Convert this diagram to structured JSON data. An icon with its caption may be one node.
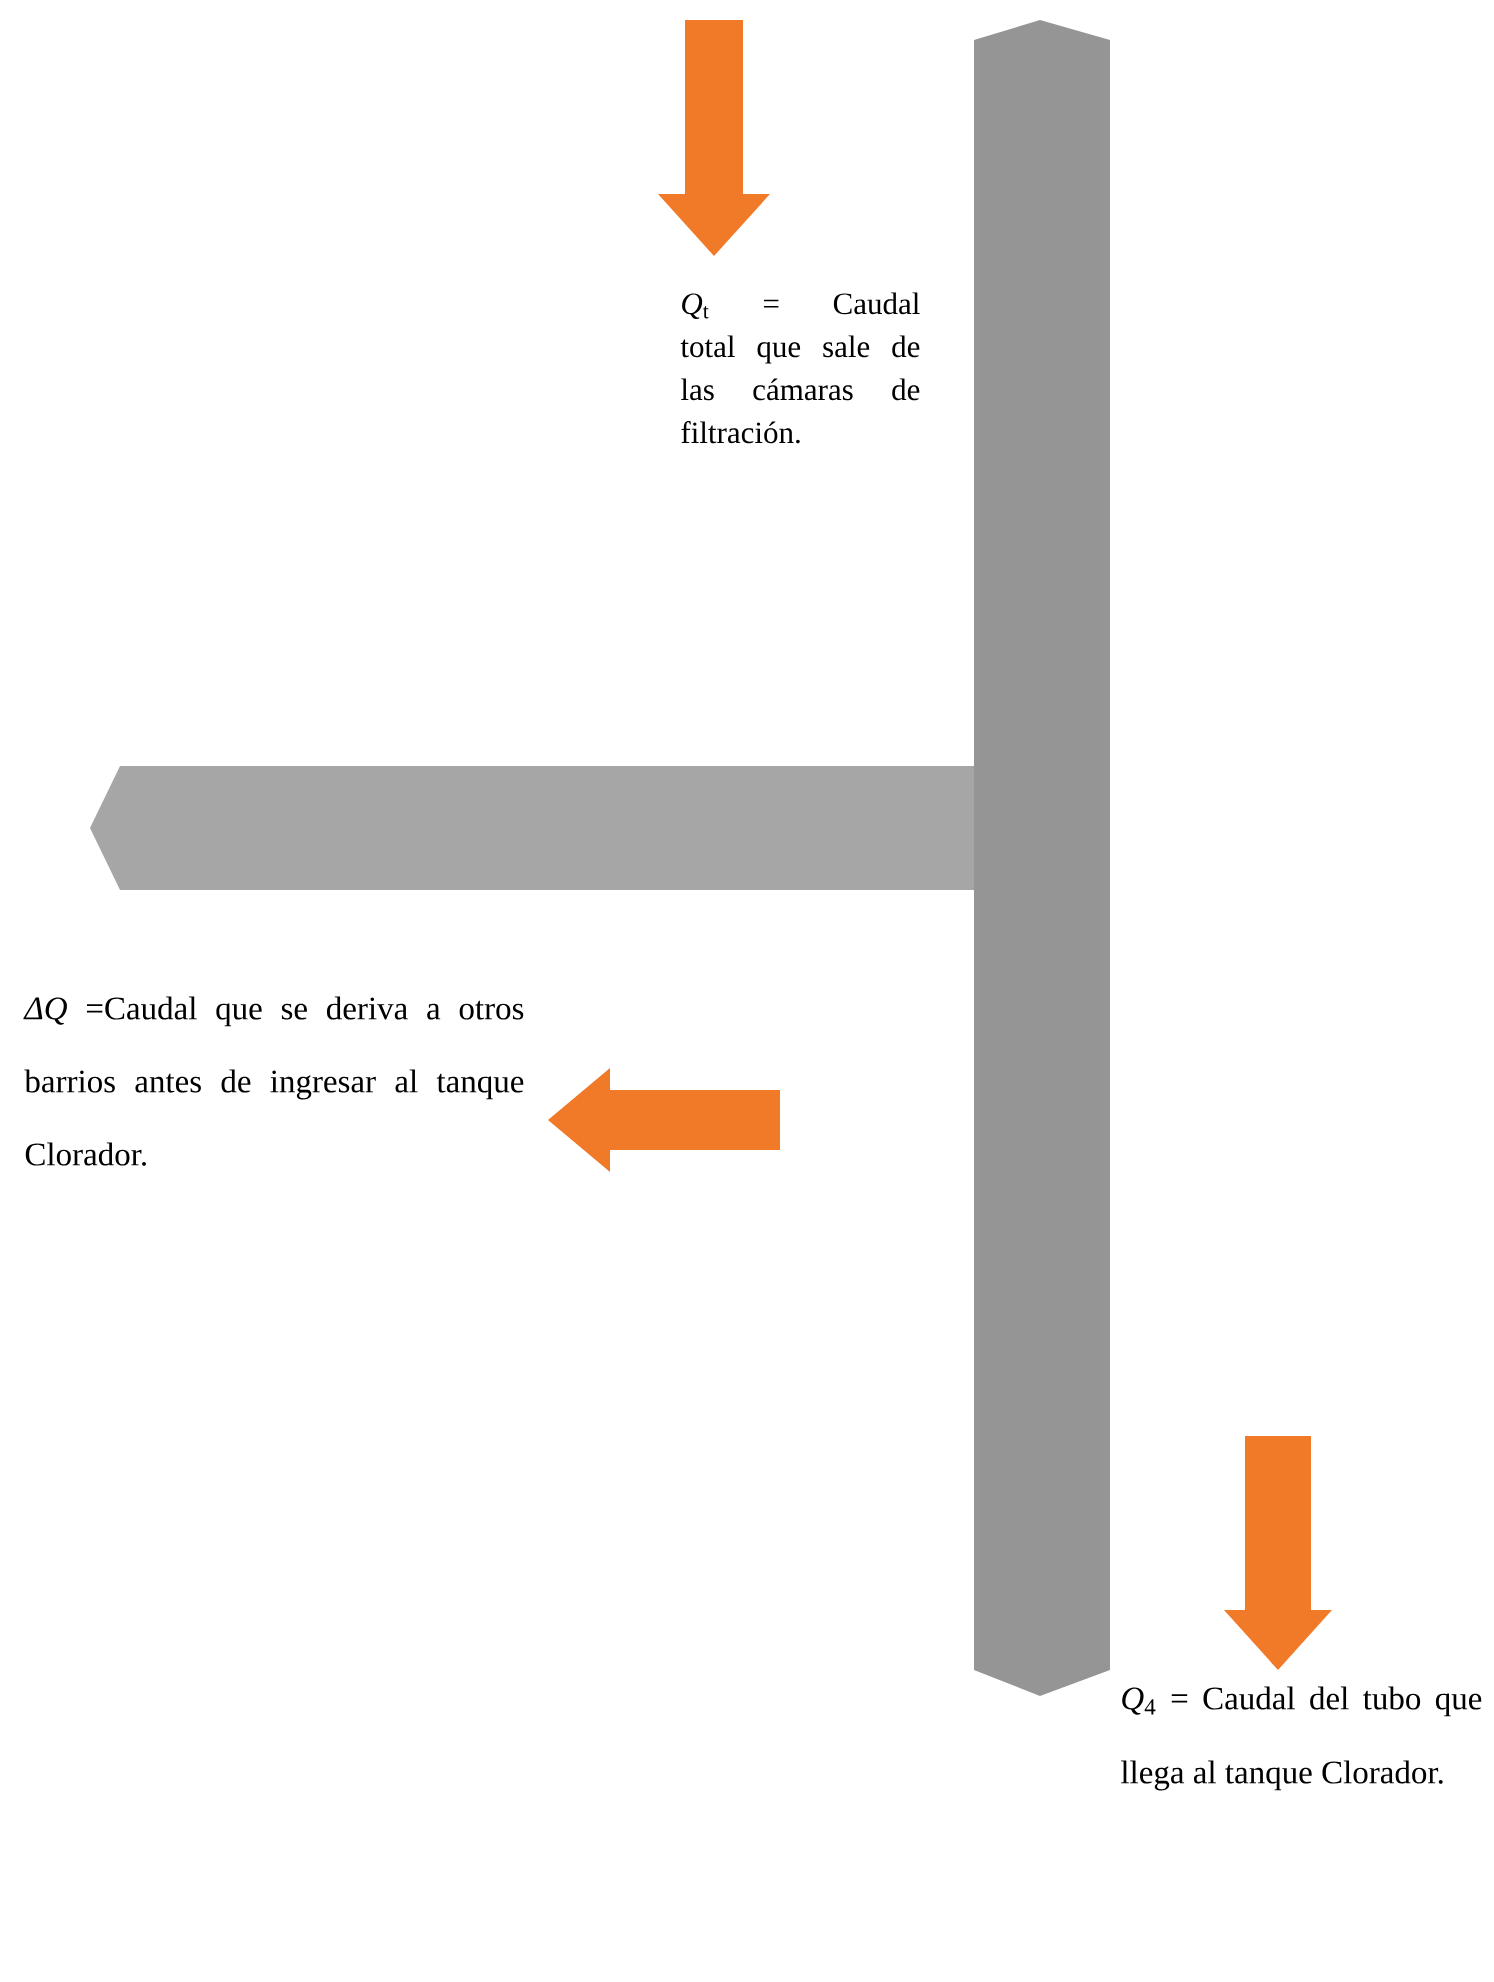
{
  "diagram": {
    "labels": [
      "*Q*$_{t}$ = Caudal total que sale de las cámaras de filtración.",
      "*ΔQ* =Caudal que se deriva a otros barrios antes de ingresar al tanque Clorador.",
      "*Q*$_{4}$ = Caudal del tubo que llega al tanque Clorador."
    ]
  }
}
